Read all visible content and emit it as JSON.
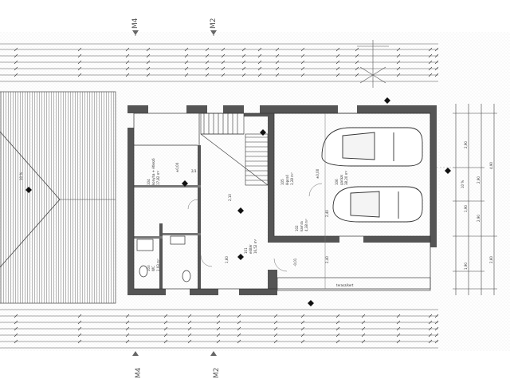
{
  "drawing": {
    "axes": {
      "top_left": "M4",
      "top_right": "M2",
      "bottom_left": "M4",
      "bottom_right": "M2"
    },
    "rooms": {
      "r104": {
        "num": "104",
        "name": "konyha + étkező",
        "area": "17,82 m²"
      },
      "r105": {
        "num": "105",
        "name": "lépcső",
        "area": "3,28 m²"
      },
      "r106": {
        "num": "106",
        "name": "garázs",
        "area": "38,20 m²"
      },
      "r103": {
        "num": "103",
        "name": "WC",
        "area": "1,93 m²"
      },
      "r102": {
        "num": "102",
        "name": "kamra",
        "area": "4,38 m²"
      },
      "r101": {
        "num": "101",
        "name": "előtér",
        "area": "16,52 m²"
      }
    },
    "levels": [
      "±0,00",
      "-0,01",
      "±0,00"
    ],
    "stair_label": "2/3",
    "dimensions": {
      "right_a": "2,90",
      "right_b": "4,90",
      "right_c": "2,90",
      "right_d": "1,90",
      "right_e": "2,90",
      "right_f": "2,60",
      "right_g": "1,90",
      "inner_a": "2,40",
      "inner_b": "2,40",
      "inner_c": "2,10",
      "inner_d": "1,60",
      "slope": "10 %",
      "terrace": "terasz/kert"
    }
  }
}
